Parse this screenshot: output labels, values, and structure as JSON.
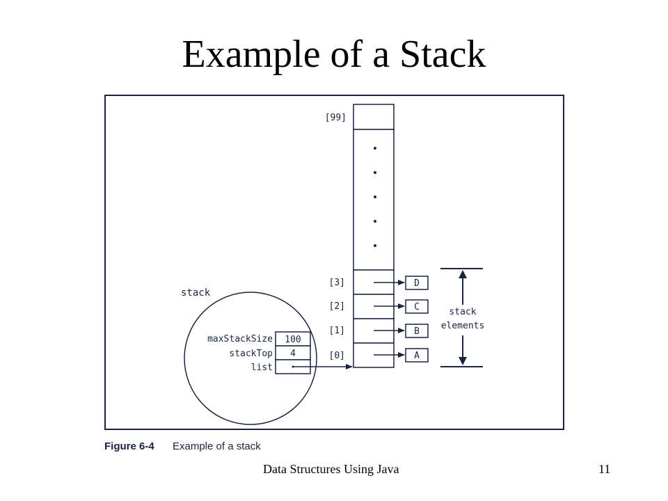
{
  "slide": {
    "title": "Example of a Stack",
    "footer": "Data Structures Using Java",
    "page_number": "11"
  },
  "figure": {
    "caption_label": "Figure 6-4",
    "caption_text": "Example of a stack",
    "array_indices": {
      "top": "[99]",
      "i3": "[3]",
      "i2": "[2]",
      "i1": "[1]",
      "i0": "[0]"
    },
    "elements": {
      "i3": "D",
      "i2": "C",
      "i1": "B",
      "i0": "A"
    },
    "stack_label": "stack",
    "fields": {
      "max_label": "maxStackSize",
      "max_value": "100",
      "top_label": "stackTop",
      "top_value": "4",
      "list_label": "list"
    },
    "bracket_label_line1": "stack",
    "bracket_label_line2": "elements"
  }
}
